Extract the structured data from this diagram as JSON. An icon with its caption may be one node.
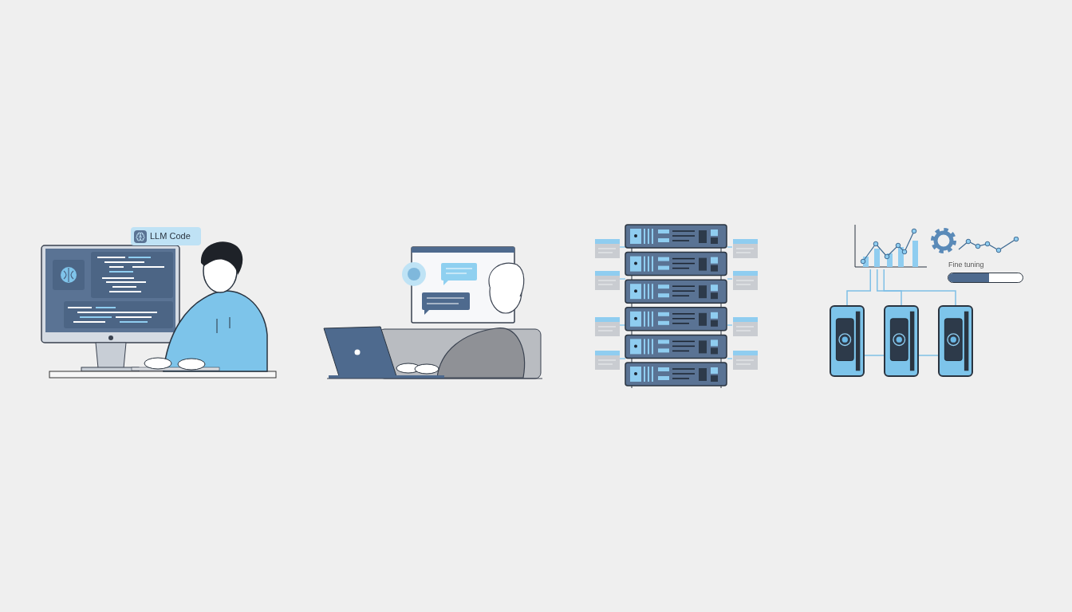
{
  "diagram": {
    "nodes": [
      {
        "text": [
          "LLM Code"
        ]
      },
      {
        "text": [],
        "shape": "picture"
      },
      {
        "text": [],
        "shape": "box"
      },
      {
        "text": [],
        "shape": "box"
      },
      {
        "text": [],
        "shape": "box"
      }
    ],
    "edges": [
      {
        "from": 1,
        "to": 2,
        "arrow": "none"
      },
      {
        "from": 1,
        "to": 3,
        "arrow": "none"
      },
      {
        "from": 1,
        "to": 4,
        "arrow": "none"
      },
      {
        "from": 2,
        "to": 3,
        "arrow": "none"
      },
      {
        "from": 3,
        "to": 4,
        "arrow": "none"
      }
    ],
    "labels": [
      "Fine tuning"
    ]
  }
}
